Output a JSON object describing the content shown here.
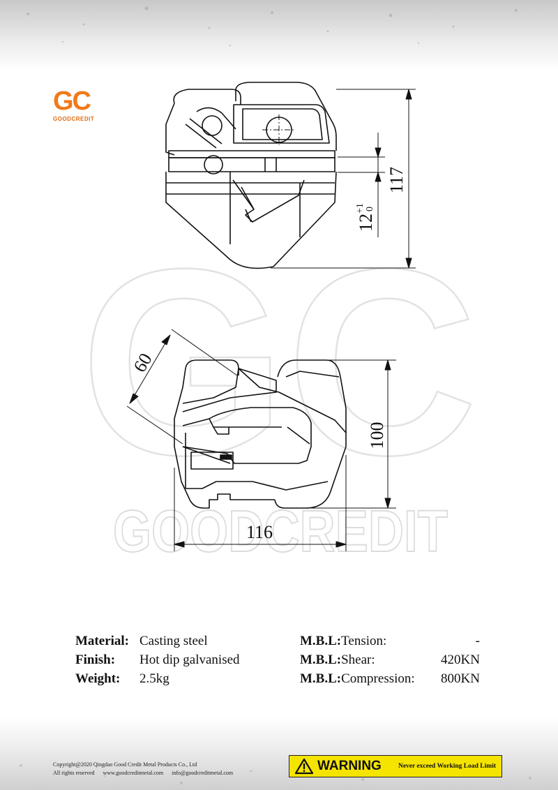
{
  "brand": {
    "logo_mark": "GC",
    "logo_name": "GOODCREDIT",
    "watermark_mark": "GC",
    "watermark_name": "GOODCREDIT",
    "accent_color": "#f07a1a"
  },
  "drawing": {
    "dimensions": {
      "height_total": "117",
      "slot": "12",
      "slot_tol_upper": "+1",
      "slot_tol_lower": "0",
      "depth": "60",
      "height_side": "100",
      "width": "116"
    }
  },
  "specs": {
    "material_label": "Material:",
    "material_value": "Casting steel",
    "finish_label": "Finish:",
    "finish_value": "Hot dip galvanised",
    "weight_label": "Weight:",
    "weight_value": "2.5kg",
    "mbl_prefix": "M.B.L:",
    "tension_label": "Tension:",
    "tension_value": "-",
    "shear_label": "Shear:",
    "shear_value": "420KN",
    "compression_label": "Compression:",
    "compression_value": "800KN"
  },
  "footer": {
    "copyright": "Copyright@2020 Qingdao Good Credit Metal Products Co., Ltd",
    "rights": "All rights reserved",
    "website": "www.goodcreditmetal.com",
    "email": "info@goodcreditmetal.com"
  },
  "warning": {
    "title": "WARNING",
    "message": "Never exceed Working Load Limit",
    "icon": "warning-triangle-icon",
    "color": "#f5e400"
  }
}
